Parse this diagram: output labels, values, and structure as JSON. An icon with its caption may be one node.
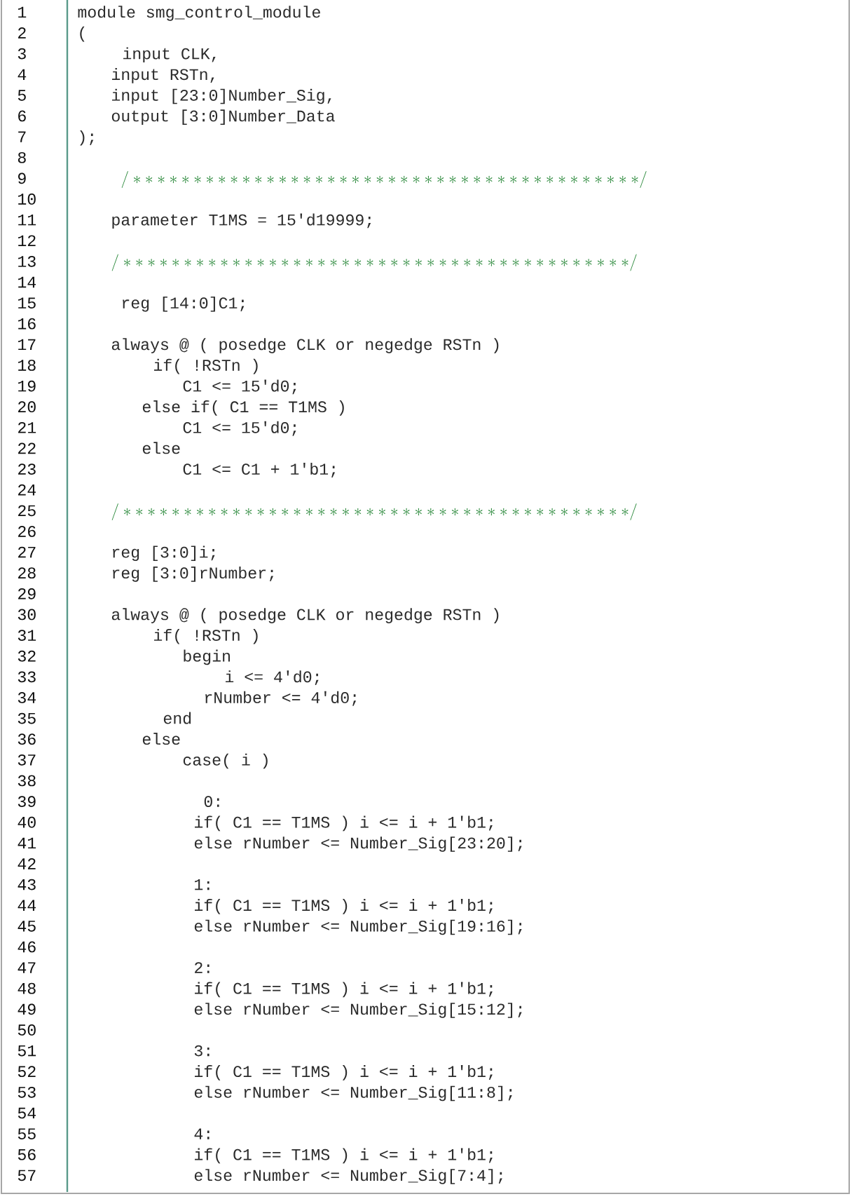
{
  "diagram": {
    "labels": [
      "1",
      "module smg_control_module",
      "2",
      "(",
      "3",
      "input CLK,",
      "4",
      "input RSTn,",
      "5",
      "input [23:0]Number_Sig,",
      "6",
      "output [3:0]Number_Data",
      "7",
      ");",
      "8",
      "9",
      "/******************************************/",
      "10",
      "11",
      "parameter T1MS = 15'd19999;",
      "12",
      "13",
      "/******************************************/",
      "14",
      "15",
      "reg [14:0]C1;",
      "16",
      "17",
      "always @ ( posedge CLK or negedge RSTn )",
      "18",
      "if( !RSTn )",
      "19",
      "C1 <= 15'd0;",
      "20",
      "else if( C1 == T1MS )",
      "21",
      "C1 <= 15'd0;",
      "22",
      "else",
      "23",
      "C1 <= C1 + 1'b1;",
      "24",
      "25",
      "/******************************************/",
      "26",
      "27",
      "reg [3:0]i;",
      "28",
      "reg [3:0]rNumber;",
      "29",
      "30",
      "always @ ( posedge CLK or negedge RSTn )",
      "31",
      "if( !RSTn )",
      "32",
      "begin",
      "33",
      "i <= 4'd0;",
      "34",
      "rNumber <= 4'd0;",
      "35",
      "end",
      "36",
      "else",
      "37",
      "case( i )",
      "38",
      "39",
      "0:",
      "40",
      "if( C1 == T1MS ) i <= i + 1'b1;",
      "41",
      "else rNumber <= Number_Sig[23:20];",
      "42",
      "43",
      "1:",
      "44",
      "if( C1 == T1MS ) i <= i + 1'b1;",
      "45",
      "else rNumber <= Number_Sig[19:16];",
      "46",
      "47",
      "2:",
      "48",
      "if( C1 == T1MS ) i <= i + 1'b1;",
      "49",
      "else rNumber <= Number_Sig[15:12];",
      "50",
      "51",
      "3:",
      "52",
      "if( C1 == T1MS ) i <= i + 1'b1;",
      "53",
      "else rNumber <= Number_Sig[11:8];",
      "54",
      "55",
      "4:",
      "56",
      "if( C1 == T1MS ) i <= i + 1'b1;",
      "57",
      "else rNumber <= Number_Sig[7:4];"
    ]
  }
}
